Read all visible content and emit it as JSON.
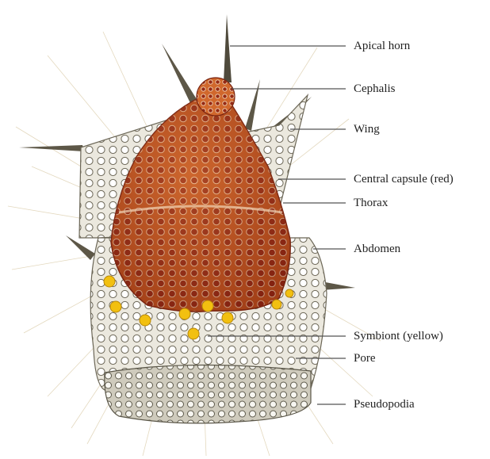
{
  "figure": {
    "labels": {
      "apical_horn": "Apical horn",
      "cephalis": "Cephalis",
      "wing": "Wing",
      "central_capsule": "Central capsule (red)",
      "thorax": "Thorax",
      "abdomen": "Abdomen",
      "symbiont": "Symbiont (yellow)",
      "pore": "Pore",
      "pseudopodia": "Pseudopodia"
    },
    "colors": {
      "central_capsule": "#b8431c",
      "symbiont": "#f2c010",
      "shell": "#e9e6dc",
      "pseudopodia": "#d9c79a"
    }
  }
}
